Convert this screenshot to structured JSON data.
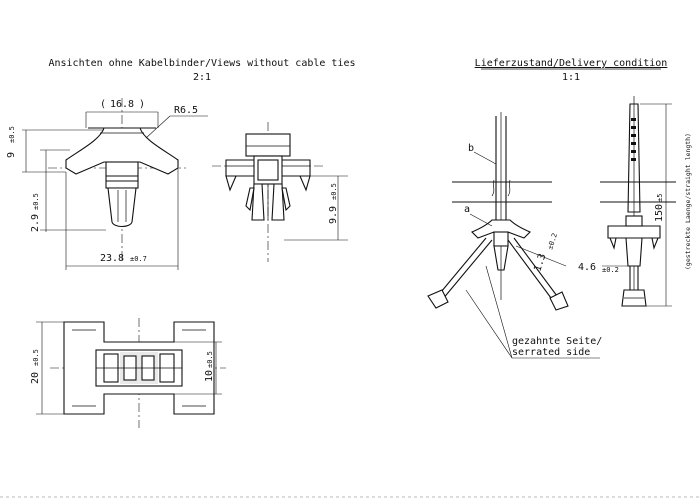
{
  "left_panel": {
    "title": "Ansichten ohne Kabelbinder/Views without cable ties",
    "scale": "2:1",
    "dims": {
      "d_16_8": "16.8",
      "r_6_5": "R6.5",
      "d_9": "9",
      "d_9_tol": "±0.5",
      "d_2_9": "2.9",
      "d_2_9_tol": "±0.5",
      "d_23_8": "23.8",
      "d_23_8_tol": "±0.7",
      "d_9_9": "9.9",
      "d_9_9_tol": "±0.5",
      "d_20": "20",
      "d_20_tol": "±0.5",
      "d_10": "10",
      "d_10_tol": "±0.5"
    }
  },
  "right_panel": {
    "title": "Lieferzustand/Delivery condition",
    "scale": "1:1",
    "label_a": "a",
    "label_b": "b",
    "dims": {
      "d_1_3": "1.3",
      "d_1_3_tol": "±0.2",
      "d_4_6": "4.6",
      "d_4_6_tol": "±0.2",
      "d_150": "150",
      "d_150_tol": "±5",
      "straight_length": "(gestreckte Laenge/straight length)"
    },
    "callout_line1": "gezahnte Seite/",
    "callout_line2": "serrated side"
  }
}
